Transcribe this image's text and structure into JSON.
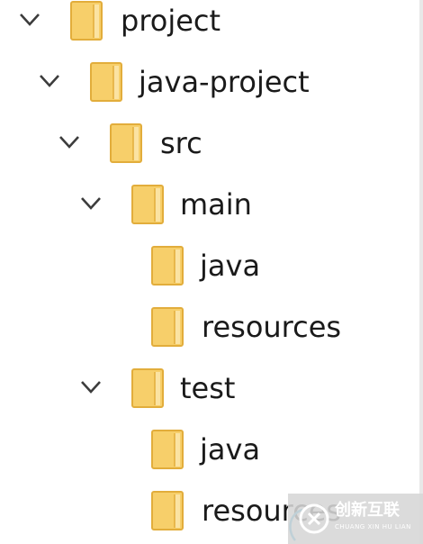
{
  "colors": {
    "folder_body": "#f7cf6a",
    "folder_edge": "#e2ad3b",
    "folder_page": "#ffffff",
    "chevron": "#3c3c3c",
    "text": "#1a1a1a"
  },
  "tree": {
    "nodes": [
      {
        "label": "project",
        "expanded": true,
        "icon": "folder-icon"
      },
      {
        "label": "java-project",
        "expanded": true,
        "icon": "folder-icon"
      },
      {
        "label": "src",
        "expanded": true,
        "icon": "folder-icon"
      },
      {
        "label": "main",
        "expanded": true,
        "icon": "folder-icon"
      },
      {
        "label": "java",
        "expanded": false,
        "icon": "folder-icon"
      },
      {
        "label": "resources",
        "expanded": false,
        "icon": "folder-icon"
      },
      {
        "label": "test",
        "expanded": true,
        "icon": "folder-icon"
      },
      {
        "label": "java",
        "expanded": false,
        "icon": "folder-icon"
      },
      {
        "label": "resources",
        "expanded": false,
        "icon": "folder-icon"
      }
    ]
  },
  "watermark": {
    "brand": "创新互联",
    "sub": "CHUANG XIN HU LIAN",
    "icon": "brand-logo-icon"
  }
}
